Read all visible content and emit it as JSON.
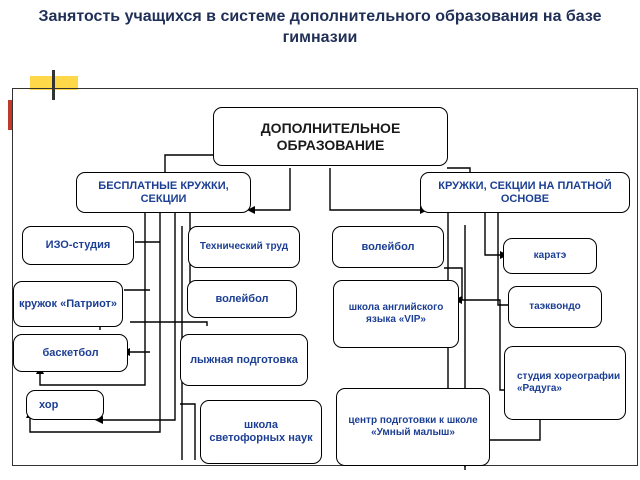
{
  "title": "Занятость учащихся в системе дополнительного образования на базе гимназии",
  "root": "ДОПОЛНИТЕЛЬНОЕ ОБРАЗОВАНИЕ",
  "free": {
    "header": "БЕСПЛАТНЫЕ КРУЖКИ, СЕКЦИИ",
    "col1": [
      "ИЗО-студия",
      "кружок «Патриот»",
      "баскетбол",
      "хор"
    ],
    "col2": [
      "Технический труд",
      "волейбол",
      "лыжная подготовка",
      "школа светофорных наук"
    ]
  },
  "paid": {
    "header": "КРУЖКИ, СЕКЦИИ НА ПЛАТНОЙ ОСНОВЕ",
    "col1": [
      "волейбол",
      "школа английского языка «VIP»",
      "центр подготовки к школе «Умный малыш»"
    ],
    "col2": [
      "каратэ",
      "таэквондо",
      "студия хореографии «Радуга»"
    ]
  }
}
